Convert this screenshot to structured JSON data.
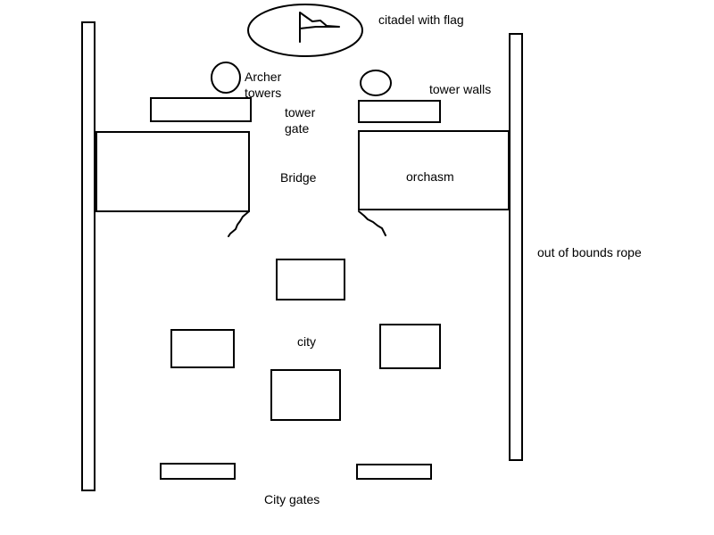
{
  "labels": {
    "citadel": "citadel with flag",
    "archer_line1": "Archer",
    "archer_line2": "towers",
    "tower_walls": "tower walls",
    "tower_gate_line1": "tower",
    "tower_gate_line2": "gate",
    "bridge": "Bridge",
    "orchasm": "orchasm",
    "out_of_bounds": "out of bounds rope",
    "city": "city",
    "city_gates": "City gates"
  },
  "colors": {
    "stroke": "#000000",
    "background": "#ffffff"
  }
}
